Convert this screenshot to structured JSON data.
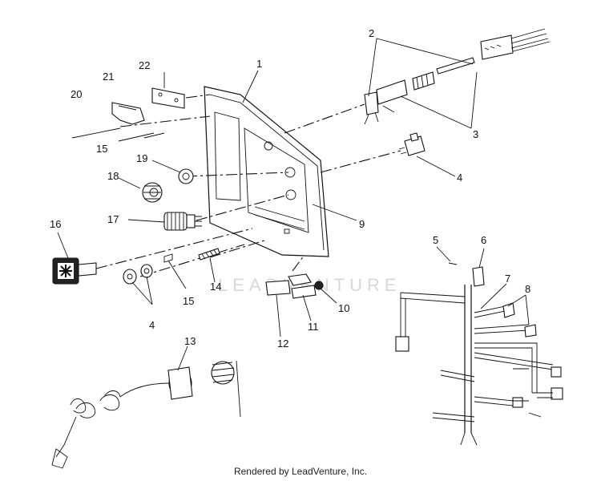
{
  "diagram": {
    "callouts": [
      "1",
      "2",
      "3",
      "4",
      "5",
      "6",
      "7",
      "8",
      "9",
      "10",
      "11",
      "12",
      "13",
      "14",
      "15",
      "16",
      "17",
      "18",
      "19",
      "20",
      "21",
      "22"
    ],
    "callout_4_second": "4",
    "callout_15_second": "15",
    "watermark": "LEADVENTURE"
  },
  "footer": {
    "text": "Rendered by LeadVenture, Inc."
  }
}
